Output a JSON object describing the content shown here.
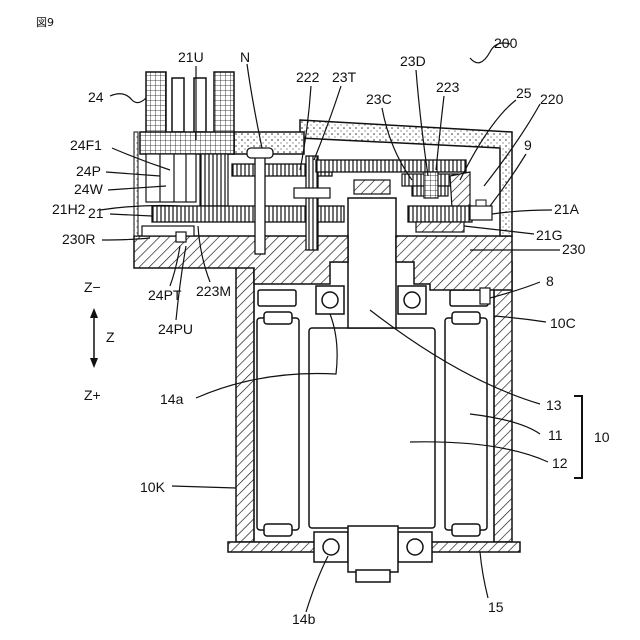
{
  "figure_label": "図9",
  "axis": {
    "minus": "Z−",
    "center": "Z",
    "plus": "Z+"
  },
  "labels": {
    "l200": "200",
    "l24": "24",
    "l21U": "21U",
    "lN": "N",
    "l222": "222",
    "l23T": "23T",
    "l23D": "23D",
    "l223": "223",
    "l25": "25",
    "l220": "220",
    "l23C": "23C",
    "l24F1": "24F1",
    "l24P": "24P",
    "l24W": "24W",
    "l21H2": "21H2",
    "l21": "21",
    "l9": "9",
    "l21A": "21A",
    "l21G": "21G",
    "l230": "230",
    "l230R": "230R",
    "l24PT": "24PT",
    "l223M": "223M",
    "l24PU": "24PU",
    "l8": "8",
    "l10C": "10C",
    "l14a": "14a",
    "l13": "13",
    "l11": "11",
    "l10": "10",
    "l12": "12",
    "l10K": "10K",
    "l14b": "14b",
    "l15": "15"
  }
}
